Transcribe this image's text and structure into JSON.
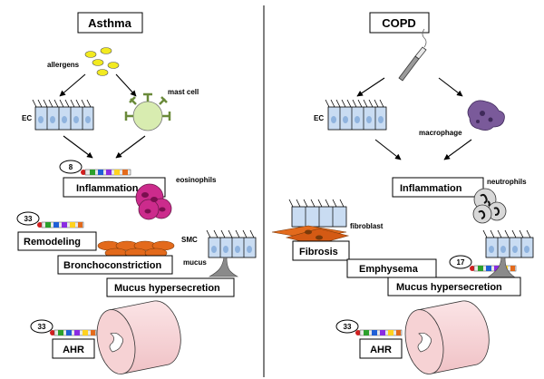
{
  "left": {
    "title": "Asthma",
    "labels": {
      "allergens": "allergens",
      "ec": "EC",
      "mast_cell": "mast cell",
      "eosinophils": "eosinophils",
      "smc": "SMC",
      "mucus": "mucus"
    },
    "boxes": {
      "inflammation": "Inflammation",
      "remodeling": "Remodeling",
      "bronchoconstriction": "Bronchoconstriction",
      "mucus_hypersecretion": "Mucus hypersecretion",
      "ahr": "AHR"
    },
    "badges": {
      "inflammation": "8",
      "remodeling": "33",
      "ahr": "33"
    }
  },
  "right": {
    "title": "COPD",
    "labels": {
      "ec": "EC",
      "macrophage": "macrophage",
      "neutrophils": "neutrophils",
      "fibroblast": "fibroblast"
    },
    "boxes": {
      "inflammation": "Inflammation",
      "fibrosis": "Fibrosis",
      "emphysema": "Emphysema",
      "mucus_hypersecretion": "Mucus hypersecretion",
      "ahr": "AHR"
    },
    "badges": {
      "mucus": "17",
      "ahr": "33"
    }
  },
  "colors": {
    "epithelium": "#c9dcf2",
    "mast_cell": "#d8ecb0",
    "mast_cell_granule": "#6a8a3a",
    "allergen": "#f2ea20",
    "eosinophil": "#cc2b8c",
    "smc": "#e36a1c",
    "macrophage": "#7a5a9a",
    "neutrophil": "#bcbcbc",
    "airway": "#f6d2d4",
    "mucus": "#8a8a8a"
  }
}
